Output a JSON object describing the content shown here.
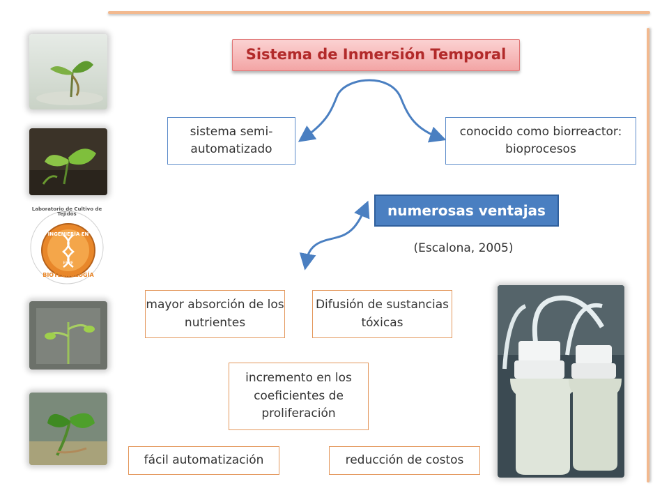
{
  "title": "Sistema de Inmersión Temporal",
  "left_box": "sistema semi-automatizado",
  "right_box": "conocido como biorreactor: bioprocesos",
  "highlight": "numerosas ventajas",
  "citation": "(Escalona, 2005)",
  "advantages": {
    "absorcion": "mayor absorción de los nutrientes",
    "difusion": "Difusión de sustancias tóxicas",
    "coeficientes": "incremento en los coeficientes de proliferación",
    "automatizacion": "fácil automatización",
    "costos": "reducción de costos"
  },
  "logo": {
    "arc_text": "Laboratorio de Cultivo de Tejidos",
    "line1": "INGENIERÍA EN",
    "line2": "BIOTECNOLOGÍA",
    "small": "ESPE"
  },
  "colors": {
    "title_fill": "#f3a5a5",
    "title_text": "#b22a2a",
    "accent_blue": "#4a7fc1",
    "box_blue": "#5b8bc9",
    "box_orange": "#e3965a",
    "rule": "#f2b98f"
  }
}
